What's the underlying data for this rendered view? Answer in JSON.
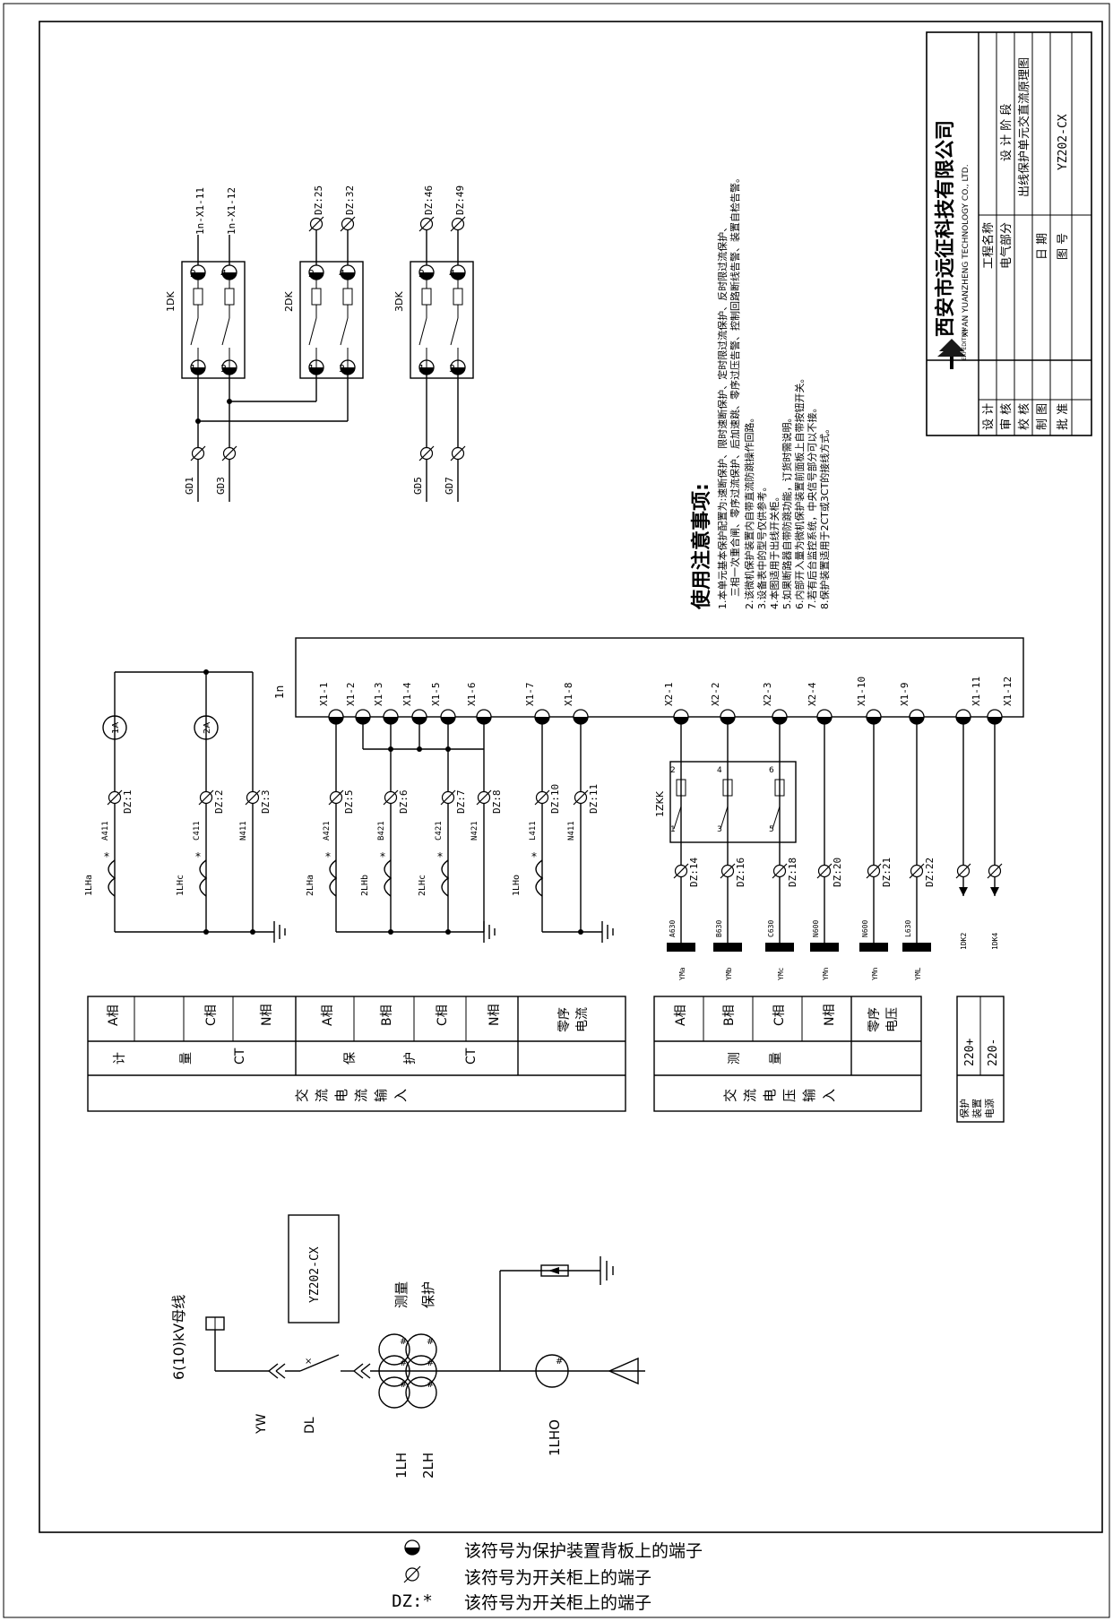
{
  "company": {
    "name_cn": "西安市远征科技有限公司",
    "name_en": "XI'AN YUANZHENG TECHNOLOGY CO., LTD.",
    "logo_text": "EXPEDITION"
  },
  "title_block": {
    "roles": [
      "设 计",
      "审 核",
      "校 核",
      "制 图",
      "批 准"
    ],
    "project_label": "工程名称",
    "section_label": "电气部分",
    "stage_label": "设 计 阶 段",
    "drawing_title": "出线保护单元交直流原理图",
    "date_label": "日 期",
    "number_label": "图 号",
    "number_value": "YZ202-CX"
  },
  "notes": {
    "heading": "使用注意事项:",
    "items": [
      "1.本单元基本保护配置为:速断保护、限时速断保护、定时限过流保护、反时限过流保护、",
      "三相一次重合闸、零序过流保护、后加速跳、零序过压告警、控制回路断线告警、装置自检告警。",
      "2.该微机保护装置内自带直流防跳操作回路。",
      "3.设备表中的型号仅供参考。",
      "4.本图适用于出线开关柜。",
      "5.如果断路器自带防跳功能，订货时需说明。",
      "6.内部开入量为微机保护装置前面板上自带按钮开关。",
      "7.若有后台监控系统，中央信号部分可以不接。",
      "8.保护装置适用于2CT或3CT的接线方式。"
    ]
  },
  "dc_circuit": {
    "switches": [
      "1DK",
      "2DK",
      "3DK"
    ],
    "pin_labels": [
      "1",
      "2",
      "3",
      "4"
    ],
    "supply_terminals": [
      "GD1",
      "GD3",
      "GD5",
      "GD7"
    ],
    "outputs_1dk": [
      "1n-X1-11",
      "1n-X1-12"
    ],
    "outputs_2dk": [
      "DZ:25",
      "DZ:32"
    ],
    "outputs_3dk": [
      "DZ:46",
      "DZ:49"
    ]
  },
  "device": {
    "label": "1n",
    "terminals": [
      "X1-1",
      "X1-2",
      "X1-3",
      "X1-4",
      "X1-5",
      "X1-6",
      "X1-7",
      "X1-8",
      "X2-1",
      "X2-2",
      "X2-3",
      "X2-4",
      "X1-10",
      "X1-9",
      "X1-11",
      "X1-12"
    ]
  },
  "metering": {
    "ammeters": [
      "1A",
      "2A"
    ],
    "terminals": [
      "DZ:1",
      "DZ:2",
      "DZ:3"
    ],
    "wires": [
      "A411",
      "C411",
      "N411"
    ],
    "cts": [
      "1LHa",
      "1LHc"
    ]
  },
  "protection_ct": {
    "terminals": [
      "DZ:5",
      "DZ:6",
      "DZ:7",
      "DZ:8",
      "DZ:10",
      "DZ:11"
    ],
    "wires": [
      "A421",
      "B421",
      "C421",
      "N421",
      "L411",
      "N411"
    ],
    "cts": [
      "2LHa",
      "2LHb",
      "2LHc",
      "1LHo"
    ]
  },
  "voltage": {
    "switch": "1ZKK",
    "switch_pins": [
      "1",
      "2",
      "3",
      "4",
      "5",
      "6"
    ],
    "terminals": [
      "DZ:14",
      "DZ:16",
      "DZ:18",
      "DZ:20",
      "DZ:21",
      "DZ:22"
    ],
    "wires": [
      "A630",
      "B630",
      "C630",
      "N600",
      "N600",
      "L630",
      "1DK2",
      "1DK4"
    ],
    "buses": [
      "YMa",
      "YMb",
      "YMc",
      "YMn",
      "YMn",
      "YML"
    ]
  },
  "function_table": {
    "current_top": [
      "A相",
      "",
      "C相",
      "N相",
      "A相",
      "B相",
      "C相",
      "N相"
    ],
    "zero_current": [
      "零序",
      "电流"
    ],
    "metering_label": [
      "计",
      "量",
      "CT"
    ],
    "protect_label": [
      "保",
      "护",
      "CT"
    ],
    "current_group": [
      "交",
      "流",
      "电",
      "流",
      "输",
      "入"
    ],
    "voltage_top": [
      "A相",
      "B相",
      "C相",
      "N相"
    ],
    "zero_voltage": [
      "零序",
      "电压"
    ],
    "measure_label": [
      "测",
      "量"
    ],
    "voltage_group": [
      "交",
      "流",
      "电",
      "压",
      "输",
      "入"
    ],
    "power_top": [
      "220+",
      "220-"
    ],
    "power_group": [
      "保护",
      "装置",
      "电源"
    ]
  },
  "primary": {
    "bus": "6(10)kV母线",
    "model": "YZ202-CX",
    "labels": [
      "YW",
      "DL",
      "1LH",
      "2LH",
      "1LHO"
    ],
    "ct_roles": [
      "测量",
      "保护"
    ],
    "ct_mark": "#"
  },
  "legend": [
    {
      "symbol": "half-filled-circle-icon",
      "text": "该符号为保护装置背板上的端子"
    },
    {
      "symbol": "slashed-circle-icon",
      "text": "该符号为开关柜上的端子"
    },
    {
      "symbol_text": "DZ:*",
      "text": "该符号为开关柜上的端子"
    }
  ]
}
